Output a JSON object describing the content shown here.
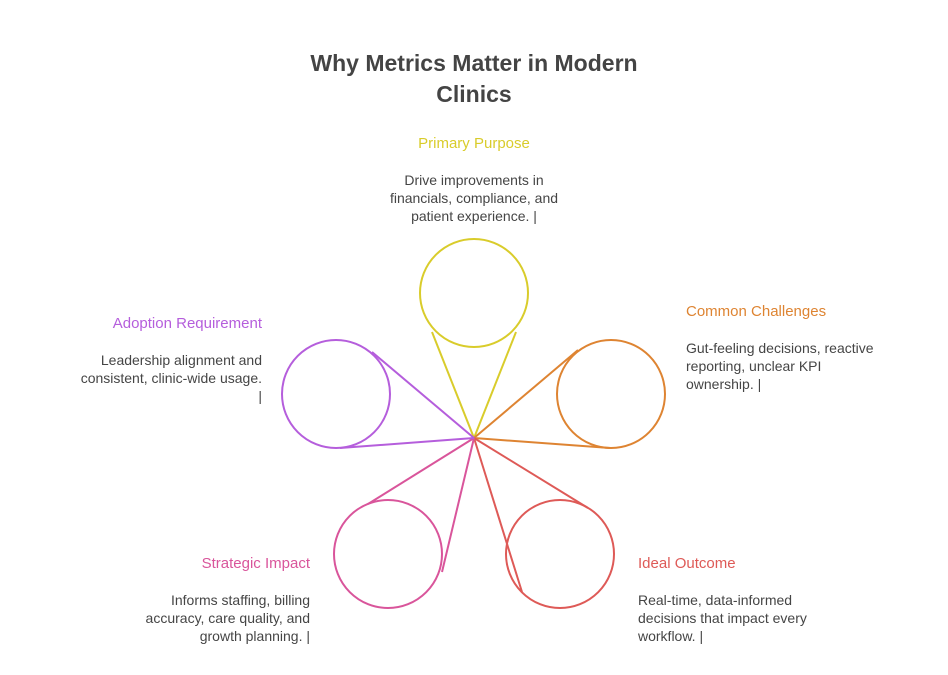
{
  "title": "Why Metrics Matter in Modern Clinics",
  "colors": {
    "primary": "#d9cc2b",
    "challenges": "#de8432",
    "outcome": "#de5a57",
    "impact": "#d9559b",
    "adoption": "#b55edc",
    "text": "#444444"
  },
  "nodes": {
    "primary": {
      "heading": "Primary Purpose",
      "text": "Drive improvements in\nfinancials, compliance, and\npatient experience. |"
    },
    "challenges": {
      "heading": "Common Challenges",
      "text": "Gut-feeling decisions, reactive\nreporting, unclear KPI\nownership. |"
    },
    "outcome": {
      "heading": "Ideal Outcome",
      "text": "Real-time, data-informed\ndecisions that impact every\nworkflow. |"
    },
    "impact": {
      "heading": "Strategic Impact",
      "text": "Informs staffing, billing\naccuracy, care quality, and\ngrowth planning. |"
    },
    "adoption": {
      "heading": "Adoption Requirement",
      "text": "Leadership alignment and\nconsistent, clinic-wide usage.\n|"
    }
  }
}
